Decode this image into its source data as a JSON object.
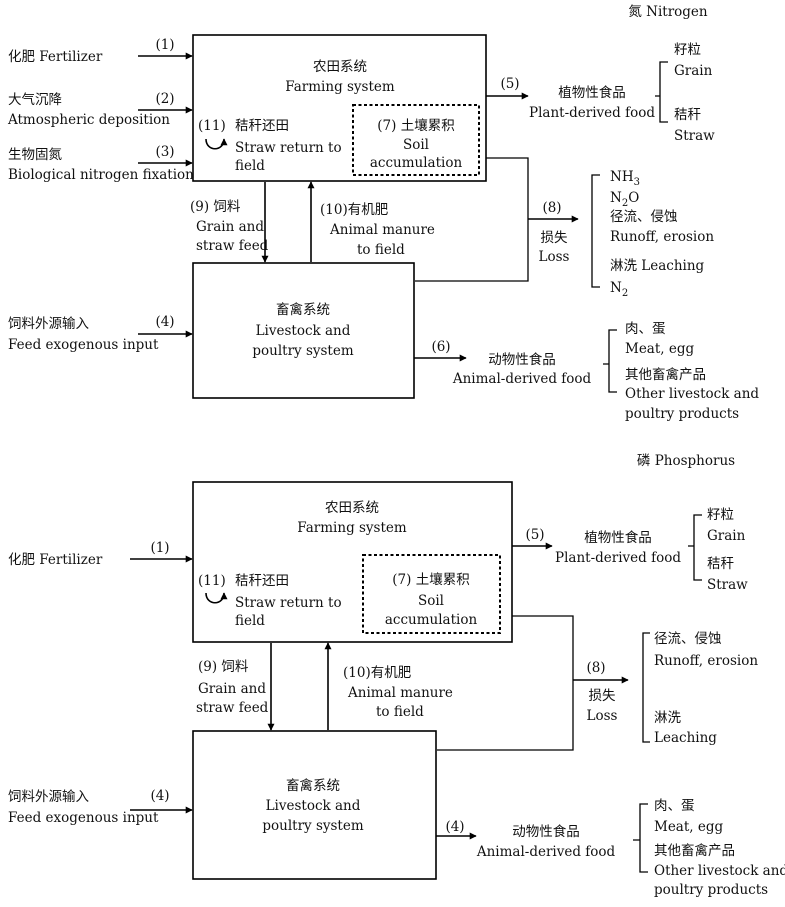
{
  "nitrogen": {
    "title": "氮 Nitrogen",
    "farming": {
      "cn": "农田系统",
      "en": "Farming system"
    },
    "straw_return": {
      "num": "(11)",
      "cn": "秸秆还田",
      "en1": "Straw return to",
      "en2": "field"
    },
    "soil": {
      "num_cn": "(7) 土壤累积",
      "en1": "Soil",
      "en2": "accumulation"
    },
    "inputs": [
      {
        "num": "(1)",
        "cn": "化肥 Fertilizer",
        "en": ""
      },
      {
        "num": "(2)",
        "cn": "大气沉降",
        "en": "Atmospheric deposition"
      },
      {
        "num": "(3)",
        "cn": "生物固氮",
        "en": "Biological nitrogen fixation"
      }
    ],
    "plant_food": {
      "num": "(5)",
      "cn": "植物性食品",
      "en": "Plant-derived food",
      "items": [
        "籽粒",
        "Grain",
        "秸秆",
        "Straw"
      ]
    },
    "feed": {
      "num_cn": "(9) 饲料",
      "en1": "Grain and",
      "en2": "straw feed"
    },
    "manure": {
      "num_cn": "(10)有机肥",
      "en1": "Animal manure",
      "en2": "to field"
    },
    "loss": {
      "num": "(8)",
      "cn": "损失",
      "en": "Loss",
      "items": [
        "NH",
        "N",
        "O",
        "径流、侵蚀",
        "Runoff, erosion",
        "淋洗 Leaching",
        "N"
      ]
    },
    "livestock": {
      "cn": "畜禽系统",
      "en1": "Livestock and",
      "en2": "poultry system"
    },
    "feed_input": {
      "num": "(4)",
      "cn": "饲料外源输入",
      "en": "Feed exogenous input"
    },
    "animal_food": {
      "num": "(6)",
      "cn": "动物性食品",
      "en": "Animal-derived food",
      "items": [
        "肉、蛋",
        "Meat, egg",
        "其他畜禽产品",
        "Other livestock and",
        "poultry products"
      ]
    }
  },
  "phosphorus": {
    "title": "磷 Phosphorus",
    "farming": {
      "cn": "农田系统",
      "en": "Farming system"
    },
    "straw_return": {
      "num": "(11)",
      "cn": "秸秆还田",
      "en1": "Straw return to",
      "en2": "field"
    },
    "soil": {
      "num_cn": "(7) 土壤累积",
      "en1": "Soil",
      "en2": "accumulation"
    },
    "inputs": [
      {
        "num": "(1)",
        "cn": "化肥 Fertilizer"
      }
    ],
    "plant_food": {
      "num": "(5)",
      "cn": "植物性食品",
      "en": "Plant-derived food",
      "items": [
        "籽粒",
        "Grain",
        "秸秆",
        "Straw"
      ]
    },
    "feed": {
      "num_cn": "(9) 饲料",
      "en1": "Grain and",
      "en2": "straw feed"
    },
    "manure": {
      "num_cn": "(10)有机肥",
      "en1": "Animal manure",
      "en2": "to field"
    },
    "loss": {
      "num": "(8)",
      "cn": "损失",
      "en": "Loss",
      "items": [
        "径流、侵蚀",
        "Runoff, erosion",
        "淋洗",
        "Leaching"
      ]
    },
    "livestock": {
      "cn": "畜禽系统",
      "en1": "Livestock and",
      "en2": "poultry system"
    },
    "feed_input": {
      "num": "(4)",
      "cn": "饲料外源输入",
      "en": "Feed exogenous input"
    },
    "animal_food": {
      "num": "(4)",
      "cn": "动物性食品",
      "en": "Animal-derived food",
      "items": [
        "肉、蛋",
        "Meat, egg",
        "其他畜禽产品",
        "Other livestock and",
        "poultry products"
      ]
    }
  }
}
